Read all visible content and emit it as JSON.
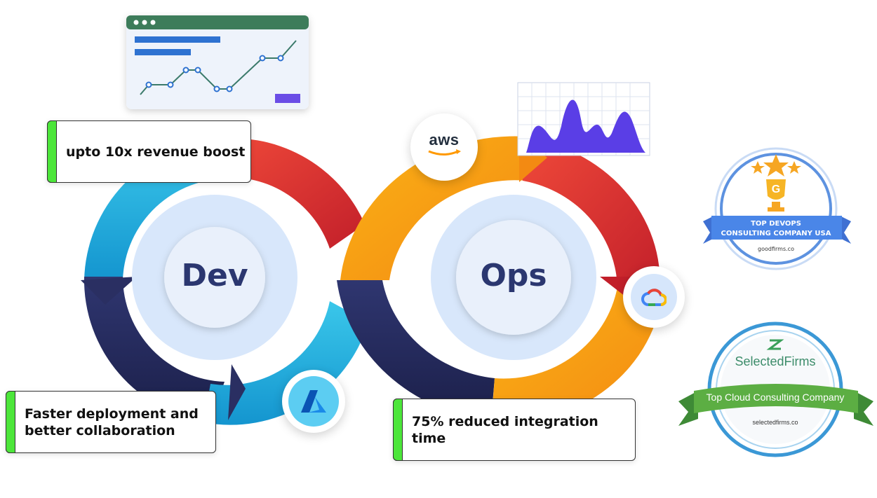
{
  "labels": {
    "dev": "Dev",
    "ops": "Ops"
  },
  "cards": {
    "revenue": "upto 10x revenue boost",
    "deployment_line1": "Faster deployment and",
    "deployment_line2": "better collaboration",
    "integration": "75% reduced integration time"
  },
  "logos": {
    "aws": "aws",
    "azure": "azure-icon",
    "gcp": "google-cloud-icon"
  },
  "badges": {
    "goodfirms": {
      "line1": "TOP DEVOPS",
      "line2": "CONSULTING COMPANY USA",
      "site": "goodfirms.co"
    },
    "selectedfirms": {
      "brand": "SelectedFirms",
      "ribbon": "Top Cloud Consulting Company",
      "site": "selectedfirms.co"
    }
  },
  "colors": {
    "accent_green": "#4ce63a",
    "dev_label": "#2b3770",
    "red": "#e8302f",
    "yellow": "#fbb216",
    "navy": "#2a2f62",
    "cyan": "#29b6e4"
  }
}
